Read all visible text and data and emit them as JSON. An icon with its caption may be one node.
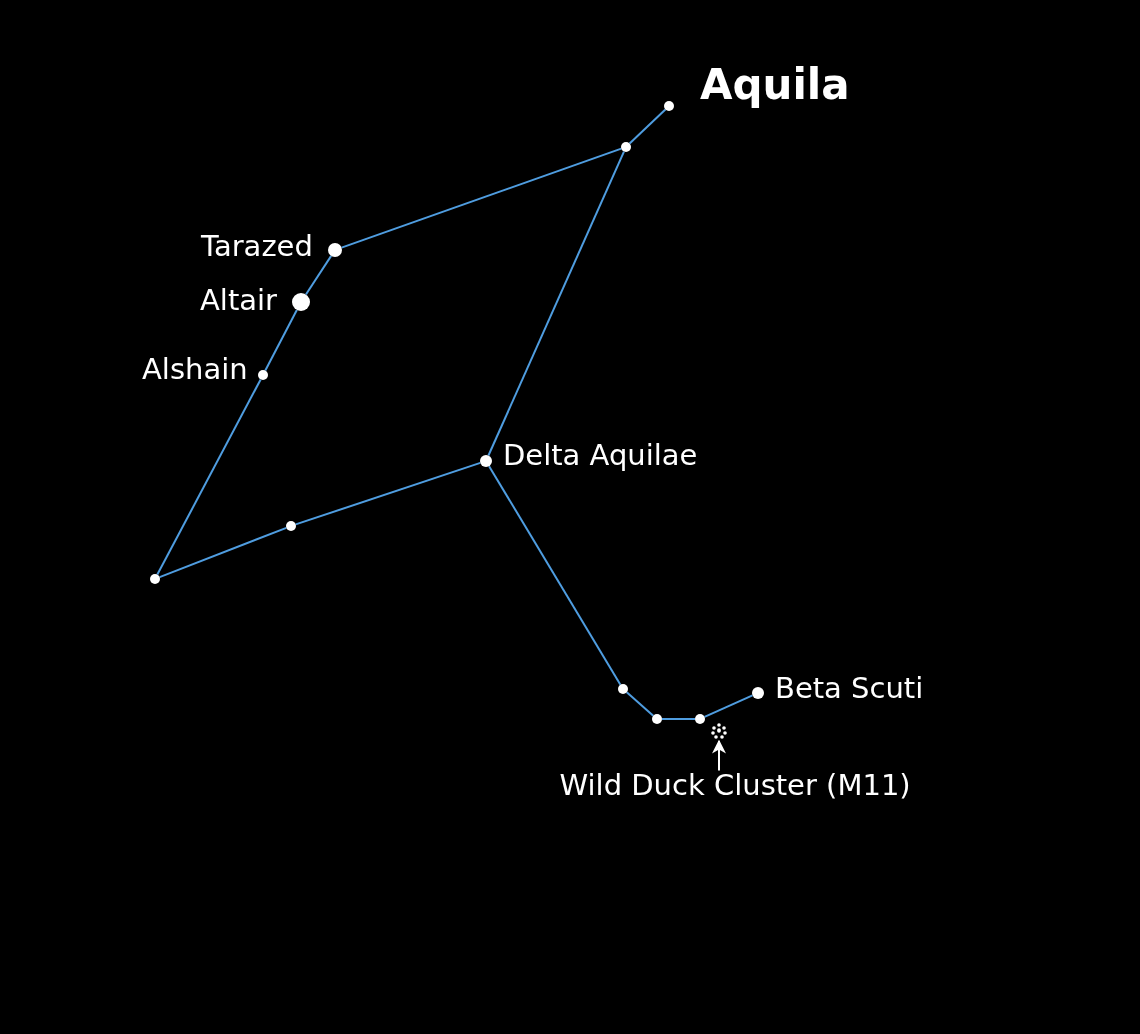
{
  "diagram": {
    "title": "Aquila",
    "nodes": [
      {
        "text": [],
        "shape": "circle"
      },
      {
        "text": [],
        "shape": "circle"
      },
      {
        "text": [],
        "shape": "circle",
        "beside": [
          "Tarazed"
        ]
      },
      {
        "text": [],
        "shape": "circle",
        "beside": [
          "Altair"
        ]
      },
      {
        "text": [],
        "shape": "circle",
        "beside": [
          "Alshain"
        ]
      },
      {
        "text": [],
        "shape": "circle",
        "beside": [
          "Delta Aquilae"
        ]
      },
      {
        "text": [],
        "shape": "circle"
      },
      {
        "text": [],
        "shape": "circle"
      },
      {
        "text": [],
        "shape": "circle"
      },
      {
        "text": [],
        "shape": "circle",
        "beside": [
          "Beta Scuti"
        ]
      },
      {
        "text": [],
        "shape": "circle"
      },
      {
        "text": [],
        "shape": "circle"
      },
      {
        "text": [],
        "shape": "picture"
      },
      {
        "text": [
          "Wild Duck Cluster (M11)"
        ]
      }
    ],
    "edges": [
      {
        "from": 0,
        "to": 1,
        "arrow": "none"
      },
      {
        "from": 1,
        "to": 2,
        "arrow": "none"
      },
      {
        "from": 2,
        "to": 3,
        "arrow": "none"
      },
      {
        "from": 3,
        "to": 4,
        "arrow": "none"
      },
      {
        "from": 4,
        "to": 7,
        "arrow": "none"
      },
      {
        "from": 7,
        "to": 6,
        "arrow": "none"
      },
      {
        "from": 6,
        "to": 5,
        "arrow": "none"
      },
      {
        "from": 5,
        "to": 1,
        "arrow": "none"
      },
      {
        "from": 5,
        "to": 8,
        "arrow": "none"
      },
      {
        "from": 8,
        "to": 10,
        "arrow": "none"
      },
      {
        "from": 10,
        "to": 11,
        "arrow": "none"
      },
      {
        "from": 11,
        "to": 9,
        "arrow": "none"
      },
      {
        "from": 13,
        "to": 12,
        "arrow": "to",
        "color": "#ffffff"
      }
    ]
  }
}
